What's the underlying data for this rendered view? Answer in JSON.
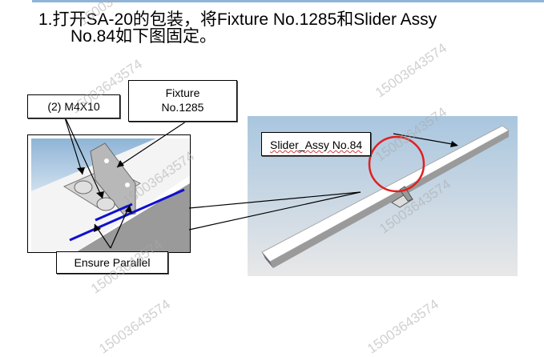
{
  "title": {
    "line1": "1.打开SA-20的包装，将Fixture No.1285和Slider Assy",
    "line2": "No.84如下图固定。"
  },
  "callouts": {
    "screws": "(2) M4X10",
    "fixture_line1": "Fixture",
    "fixture_line2": "No.1285",
    "ensure_parallel": "Ensure Parallel",
    "slider_assy": "Slider_Assy No.84"
  },
  "watermark": "15003643574",
  "colors": {
    "topbar": "#8fb4d9",
    "parallel_lines": "#1010d0",
    "highlight_circle": "#e02020"
  }
}
